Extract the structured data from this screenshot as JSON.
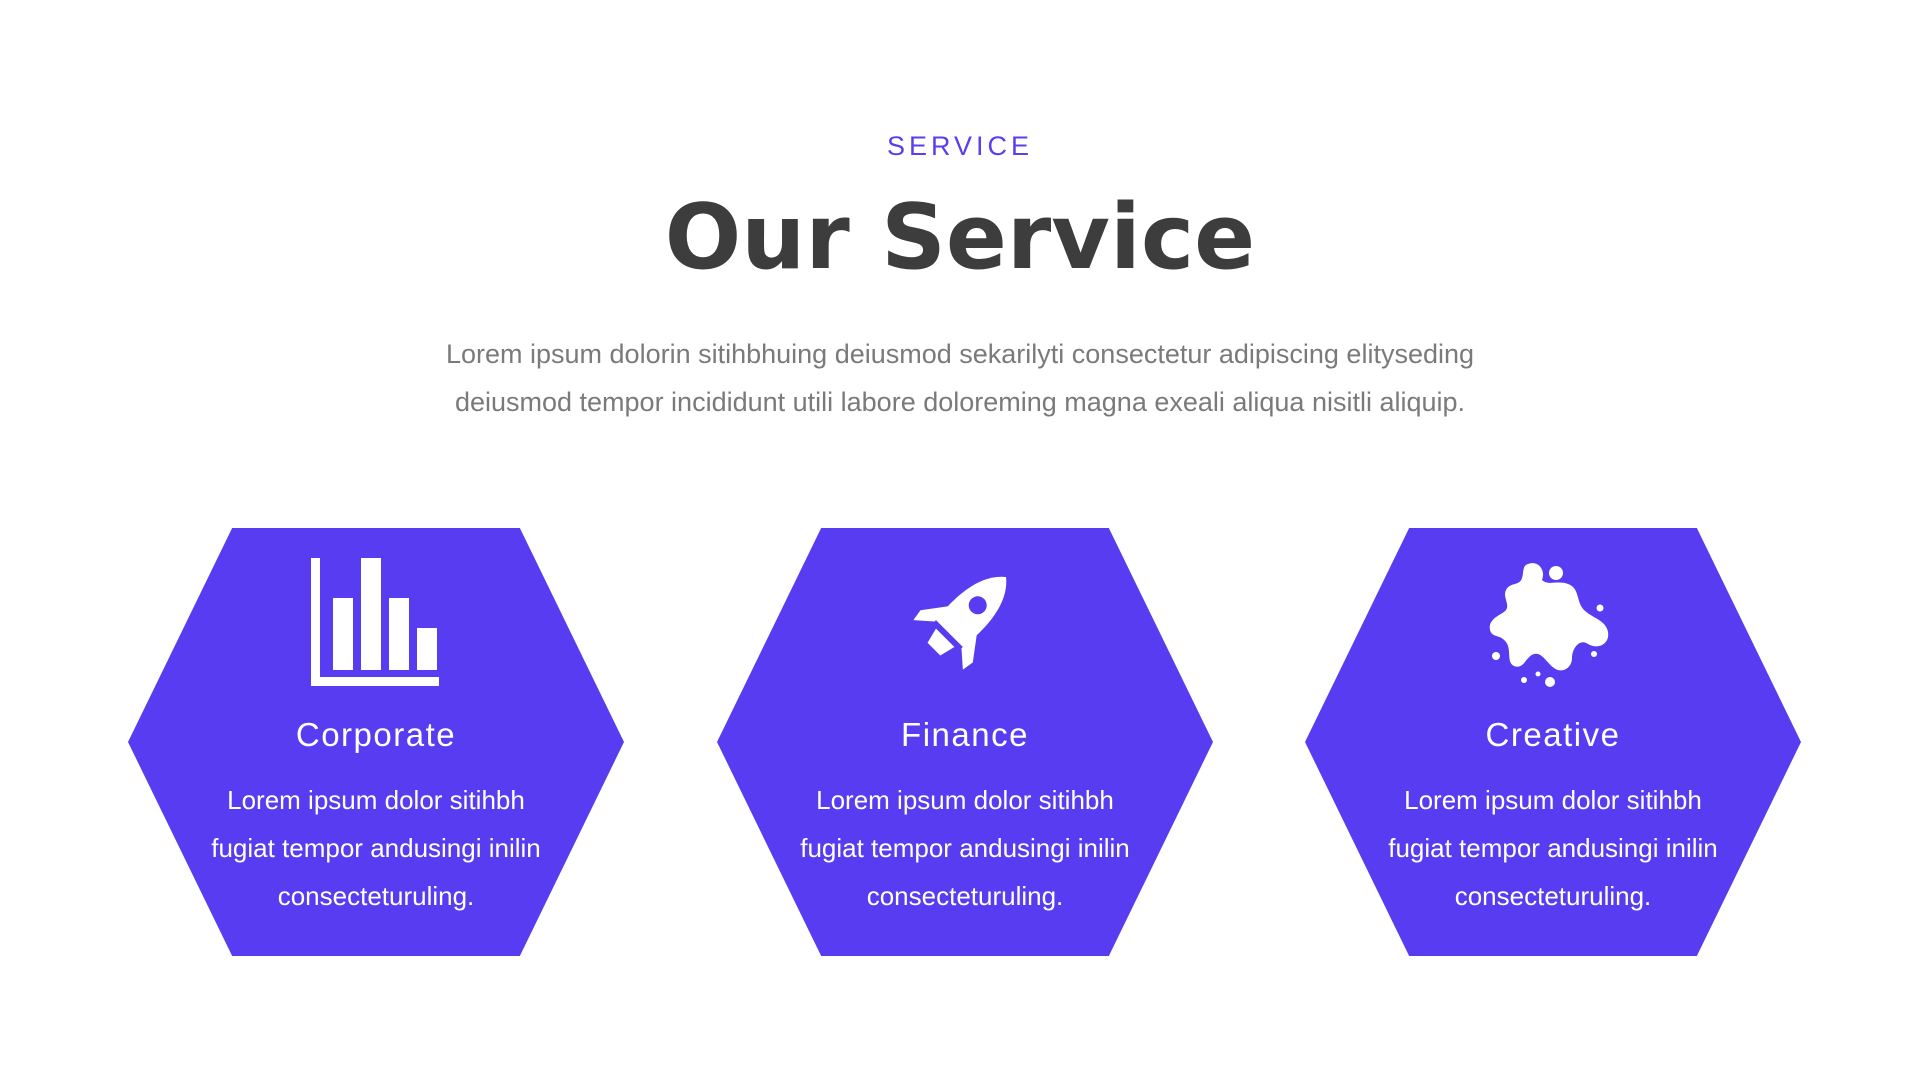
{
  "header": {
    "eyebrow": "SERVICE",
    "title": "Our Service",
    "intro": "Lorem ipsum dolorin sitihbhuing deiusmod sekarilyti consectetur adipiscing elityseding deiusmod tempor incididunt utili labore doloreming magna exeali aliqua nisitli aliquip."
  },
  "services": [
    {
      "icon": "bar-chart-icon",
      "title": "Corporate",
      "text": "Lorem ipsum dolor sitihbh fugiat tempor andusingi inilin consecteturuling."
    },
    {
      "icon": "rocket-icon",
      "title": "Finance",
      "text": "Lorem ipsum dolor sitihbh fugiat tempor andusingi inilin consecteturuling."
    },
    {
      "icon": "paint-splash-icon",
      "title": "Creative",
      "text": "Lorem ipsum dolor sitihbh fugiat tempor andusingi inilin consecteturuling."
    }
  ],
  "colors": {
    "accent": "#583cf1",
    "heading": "#3d3d3d",
    "body_text": "#7a7a7a",
    "card_text": "#ffffff"
  }
}
